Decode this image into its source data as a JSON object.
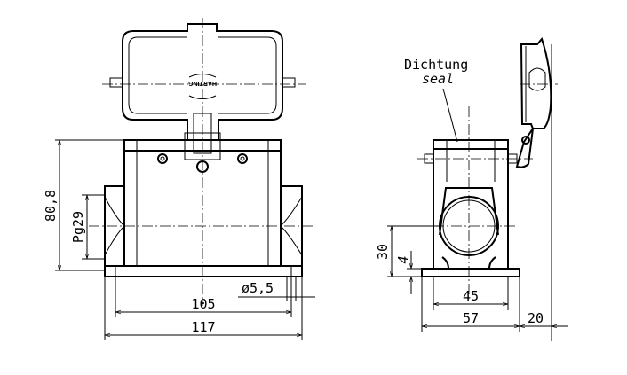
{
  "labels": {
    "dichtung": "Dichtung",
    "seal": "seal",
    "brand": "HARTING"
  },
  "dimensions": {
    "height": "80,8",
    "thread": "Pg29",
    "hole_diameter": "ø5,5",
    "hole_spacing_front": "105",
    "base_width_front": "117",
    "side_height": "30",
    "base_thickness": "4",
    "hole_spacing_side": "45",
    "base_width_side": "57",
    "lid_offset": "20"
  }
}
